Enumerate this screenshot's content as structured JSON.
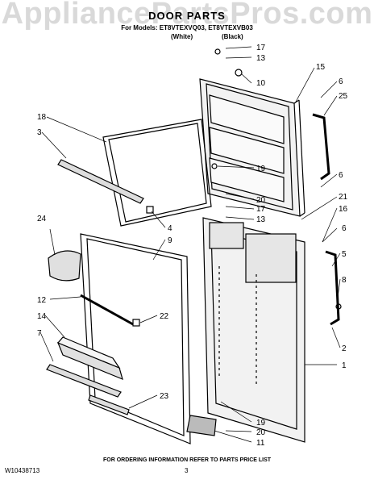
{
  "watermark": "AppliancePartsPros.com",
  "title": "DOOR PARTS",
  "models_line": "For Models: ET8VTEXVQ03, ET8VTEXVB03",
  "color_white": "(White)",
  "color_black": "(Black)",
  "footer": "FOR ORDERING INFORMATION REFER TO PARTS PRICE LIST",
  "doc_number": "W10438713",
  "page_number": "3",
  "callouts": [
    "17",
    "13",
    "15",
    "10",
    "6",
    "25",
    "18",
    "3",
    "19",
    "20",
    "17",
    "13",
    "21",
    "16",
    "6",
    "24",
    "4",
    "9",
    "5",
    "8",
    "12",
    "22",
    "14",
    "7",
    "2",
    "1",
    "23",
    "19",
    "20",
    "11",
    "6"
  ]
}
